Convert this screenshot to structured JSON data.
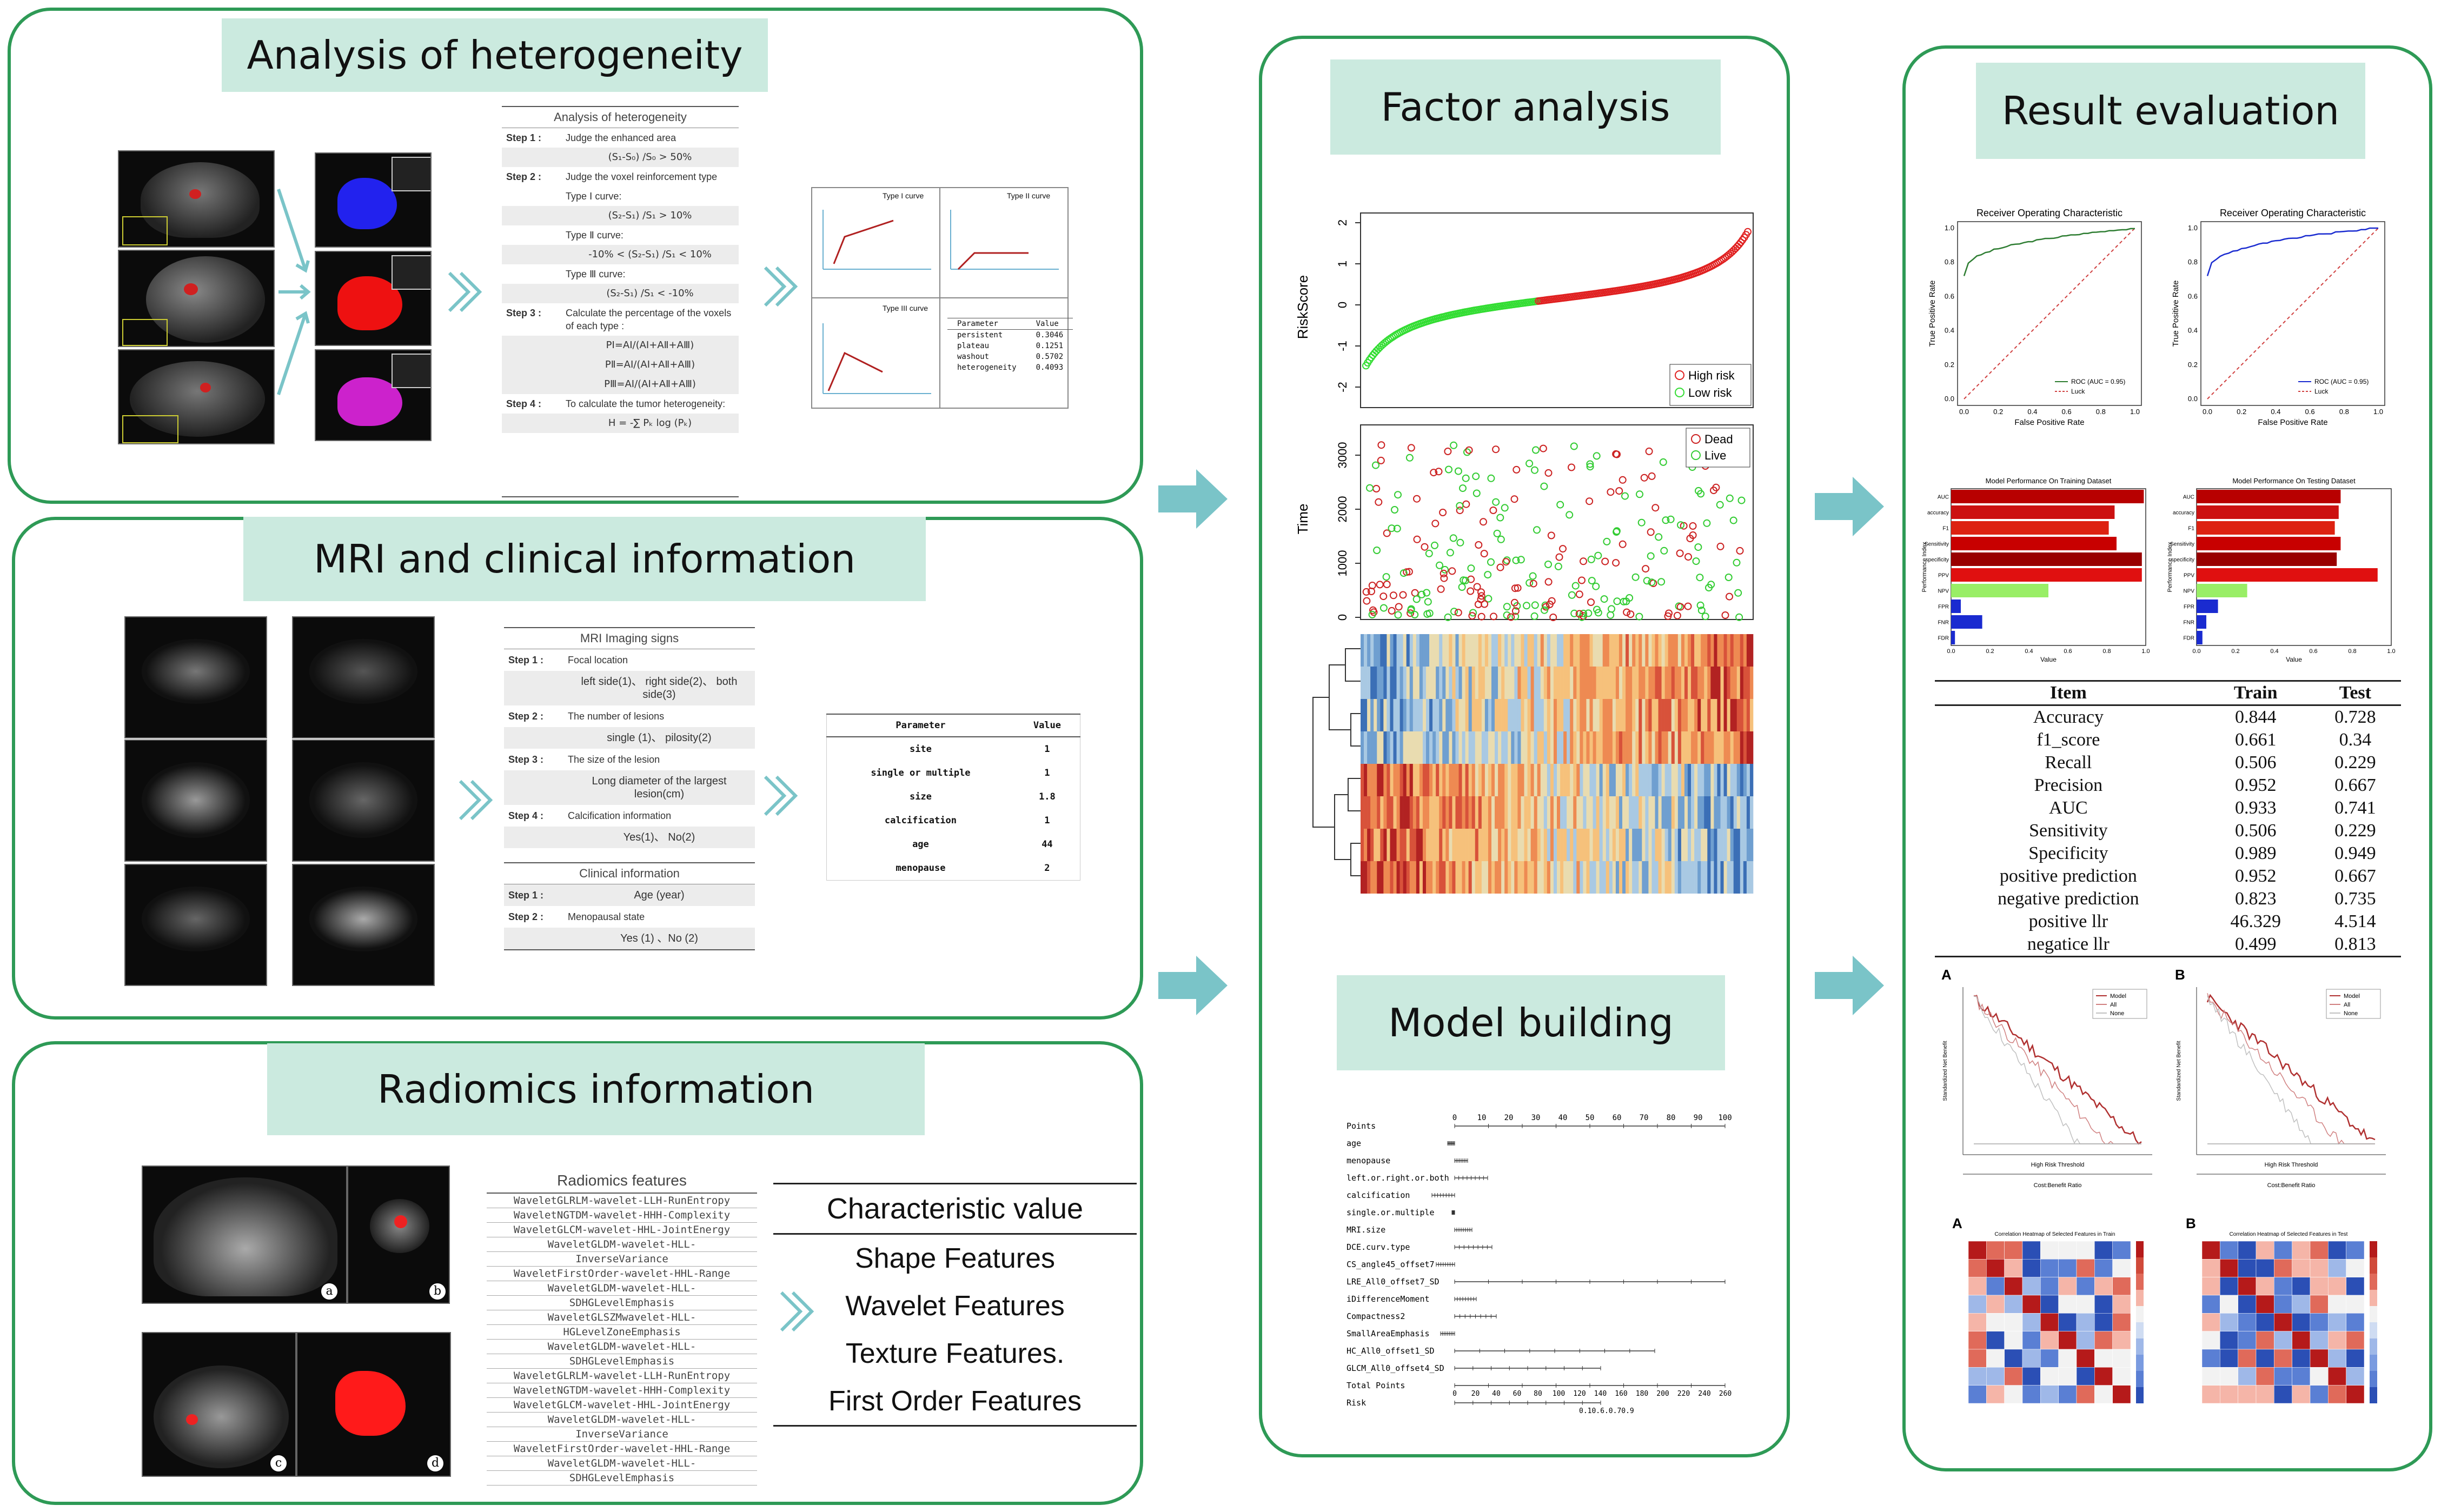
{
  "panels": {
    "heterogeneity_title": "Analysis of heterogeneity",
    "mri_title": "MRI  and clinical information",
    "radiomics_title": "Radiomics information",
    "factor_title": "Factor analysis",
    "model_title": "Model building",
    "result_title": "Result evaluation"
  },
  "heterogeneity_table": {
    "title": "Analysis of heterogeneity",
    "steps": [
      {
        "label": "Step 1 :",
        "text": "Judge the enhanced area"
      },
      {
        "label": "",
        "text": "(S₁-S₀) /S₀ > 50%",
        "formula": true
      },
      {
        "label": "Step 2 :",
        "text": "Judge the voxel reinforcement type"
      },
      {
        "label": "",
        "text": "Type Ⅰ curve:"
      },
      {
        "label": "",
        "text": "(S₂-S₁) /S₁ > 10%",
        "formula": true
      },
      {
        "label": "",
        "text": "Type Ⅱ curve:"
      },
      {
        "label": "",
        "text": "-10% < (S₂-S₁) /S₁ < 10%",
        "formula": true
      },
      {
        "label": "",
        "text": "Type Ⅲ curve:"
      },
      {
        "label": "",
        "text": "(S₂-S₁) /S₁ < -10%",
        "formula": true
      },
      {
        "label": "Step 3 :",
        "text": "Calculate the percentage of the voxels of each type :"
      },
      {
        "label": "",
        "text": "PⅠ=AⅠ/(AⅠ+AⅡ+AⅢ)",
        "formula": true
      },
      {
        "label": "",
        "text": "PⅡ=AⅠ/(AⅠ+AⅡ+AⅢ)",
        "formula": true
      },
      {
        "label": "",
        "text": "PⅢ=AⅠ/(AⅠ+AⅡ+AⅢ)",
        "formula": true
      },
      {
        "label": "Step 4 :",
        "text": "To calculate the tumor heterogeneity:"
      },
      {
        "label": "",
        "text": "H = -∑ Pₖ log (Pₖ)",
        "formula": true
      }
    ]
  },
  "curve_box": {
    "labels": [
      "Type I curve",
      "Type II curve",
      "Type III curve"
    ],
    "param_header": [
      "Parameter",
      "Value"
    ],
    "params": [
      [
        "persistent",
        "0.3046"
      ],
      [
        "plateau",
        "0.1251"
      ],
      [
        "washout",
        "0.5702"
      ],
      [
        "heterogeneity",
        "0.4093"
      ]
    ]
  },
  "mri_table": {
    "title": "MRI Imaging signs",
    "steps": [
      {
        "label": "Step 1 :",
        "text": "Focal location"
      },
      {
        "label": "",
        "text": "left side(1)、 right side(2)、 both side(3)",
        "formula": true
      },
      {
        "label": "Step 2 :",
        "text": "The number of lesions"
      },
      {
        "label": "",
        "text": "single (1)、 pilosity(2)",
        "formula": true
      },
      {
        "label": "Step 3 :",
        "text": "The size of the lesion"
      },
      {
        "label": "",
        "text": "Long diameter of the largest lesion(cm)",
        "formula": true
      },
      {
        "label": "Step 4 :",
        "text": "Calcification information"
      },
      {
        "label": "",
        "text": "Yes(1)、 No(2)",
        "formula": true
      }
    ],
    "clinical_title": "Clinical information",
    "clinical_steps": [
      {
        "label": "Step 1 :",
        "text": "Age (year)",
        "formula": true
      },
      {
        "label": "Step 2 :",
        "text": "Menopausal state"
      },
      {
        "label": "",
        "text": "Yes (1) 、No (2)",
        "formula": true
      }
    ]
  },
  "mri_params": {
    "header": [
      "Parameter",
      "Value"
    ],
    "rows": [
      [
        "site",
        "1"
      ],
      [
        "single or multiple",
        "1"
      ],
      [
        "size",
        "1.8"
      ],
      [
        "calcification",
        "1"
      ],
      [
        "age",
        "44"
      ],
      [
        "menopause",
        "2"
      ]
    ]
  },
  "radiomics": {
    "image_labels": [
      "a",
      "b",
      "c",
      "d"
    ],
    "features_title": "Radiomics features",
    "features": [
      "WaveletGLRLM-wavelet-LLH-RunEntropy",
      "WaveletNGTDM-wavelet-HHH-Complexity",
      "WaveletGLCM-wavelet-HHL-JointEnergy",
      "WaveletGLDM-wavelet-HLL-",
      "InverseVariance",
      "WaveletFirstOrder-wavelet-HHL-Range",
      "WaveletGLDM-wavelet-HLL-",
      "SDHGLevelEmphasis",
      "WaveletGLSZMwavelet-HLL-",
      "HGLevelZoneEmphasis",
      "WaveletGLDM-wavelet-HLL-",
      "SDHGLevelEmphasis",
      "WaveletGLRLM-wavelet-LLH-RunEntropy",
      "WaveletNGTDM-wavelet-HHH-Complexity",
      "WaveletGLCM-wavelet-HHL-JointEnergy",
      "WaveletGLDM-wavelet-HLL-",
      "InverseVariance",
      "WaveletFirstOrder-wavelet-HHL-Range",
      "WaveletGLDM-wavelet-HLL-",
      "SDHGLevelEmphasis"
    ],
    "char_title": "Characteristic value",
    "char_items": [
      "Shape Features",
      "Wavelet Features",
      "Texture Features.",
      "First Order Features"
    ]
  },
  "risk_plot": {
    "ylabel": "RiskScore",
    "yticks": [
      "2",
      "1",
      "0",
      "-1",
      "-2"
    ],
    "legend": [
      "High risk",
      "Low risk"
    ]
  },
  "time_plot": {
    "ylabel": "Time",
    "yticks": [
      "3000",
      "2000",
      "1000",
      "0"
    ],
    "legend": [
      "Dead",
      "Live"
    ]
  },
  "nomogram": {
    "rows": [
      "Points",
      "age",
      "menopause",
      "left.or.right.or.both",
      "calcification",
      "single.or.multiple",
      "MRI.size",
      "DCE.curv.type",
      "CS_angle45_offset7",
      "LRE_All0_offset7_SD",
      "iDifferenceMoment",
      "Compactness2",
      "SmallAreaEmphasis",
      "HC_All0_offset1_SD",
      "GLCM_All0_offset4_SD",
      "Total Points",
      "Risk"
    ],
    "points_ticks": [
      "0",
      "10",
      "20",
      "30",
      "40",
      "50",
      "60",
      "70",
      "80",
      "90",
      "100"
    ],
    "total_ticks": [
      "0",
      "20",
      "40",
      "60",
      "80",
      "100",
      "120",
      "140",
      "160",
      "180",
      "200",
      "220",
      "240",
      "260"
    ],
    "risk_ticks": "0.10.6.0.70.9"
  },
  "roc": {
    "title": "Receiver Operating Characteristic",
    "ylabel": "True Positive Rate",
    "xlabel": "False Positive Rate",
    "ticks": [
      "0.0",
      "0.2",
      "0.4",
      "0.6",
      "0.8",
      "1.0"
    ],
    "legend_train": [
      "ROC (AUC = 0.95)",
      "Luck"
    ],
    "legend_test": [
      "ROC (AUC = 0.95)",
      "Luck"
    ]
  },
  "performance": {
    "train_title": "Model Performance On Training Dataset",
    "test_title": "Model Performance On Testing Dataset",
    "ylabel": "Performance Index",
    "xlabel": "Value",
    "labels": [
      "AUC",
      "accuracy",
      "F1",
      "Sensitivity",
      "specificity",
      "PPV",
      "NPV",
      "FPR",
      "FNR",
      "FDR"
    ],
    "xticks": [
      "0.0",
      "0.2",
      "0.4",
      "0.6",
      "0.8",
      "1.0"
    ]
  },
  "results_table": {
    "header": [
      "Item",
      "Train",
      "Test"
    ],
    "rows": [
      [
        "Accuracy",
        "0.844",
        "0.728"
      ],
      [
        "f1_score",
        "0.661",
        "0.34"
      ],
      [
        "Recall",
        "0.506",
        "0.229"
      ],
      [
        "Precision",
        "0.952",
        "0.667"
      ],
      [
        "AUC",
        "0.933",
        "0.741"
      ],
      [
        "Sensitivity",
        "0.506",
        "0.229"
      ],
      [
        "Specificity",
        "0.989",
        "0.949"
      ],
      [
        "positive prediction",
        "0.952",
        "0.667"
      ],
      [
        "negative prediction",
        "0.823",
        "0.735"
      ],
      [
        "positive llr",
        "46.329",
        "4.514"
      ],
      [
        "negatice llr",
        "0.499",
        "0.813"
      ]
    ]
  },
  "dca": {
    "labels": [
      "A",
      "B"
    ],
    "legend": [
      "Model",
      "All",
      "None"
    ],
    "ylabel": "Standardized Net Benefit",
    "xlabel": "High Risk Threshold",
    "xlabel2": "Cost:Benefit Ratio"
  },
  "heatmaps": {
    "labels": [
      "A",
      "B"
    ],
    "title_train": "Correlation Heatmap of Selected Features in Train",
    "title_test": "Correlation Heatmap of Selected Features in Test"
  },
  "colors": {
    "border": "#2e9a56",
    "title_bg": "#cbeadf",
    "arrow": "#7ac4c8",
    "high_risk": "#e02020",
    "low_risk": "#33dd33"
  }
}
